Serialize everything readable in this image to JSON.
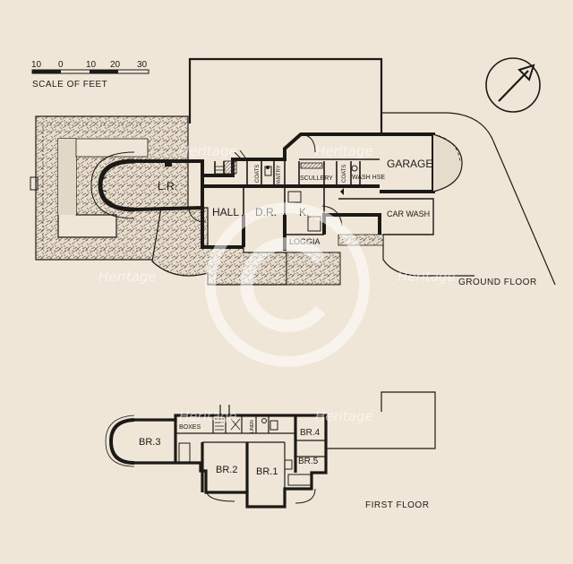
{
  "scale": {
    "ticks": [
      "10",
      "0",
      "10",
      "20",
      "30"
    ],
    "label": "SCALE OF FEET"
  },
  "compass": {
    "icon": "north-arrow-icon"
  },
  "ground_floor": {
    "title": "GROUND FLOOR",
    "rooms": {
      "lr": "L.R.",
      "hall": "HALL",
      "dr": "D.R.",
      "k": "K.",
      "loggia": "LOGGIA",
      "scullery": "SCULLERY",
      "pantry": "PANTRY",
      "coats_1": "COATS",
      "coats_2": "COATS",
      "wash_hse": "WASH HSE",
      "garage": "GARAGE",
      "car_wash": "CAR WASH"
    }
  },
  "first_floor": {
    "title": "FIRST FLOOR",
    "rooms": {
      "br3": "BR.3",
      "boxes": "BOXES",
      "br2": "BR.2",
      "br1": "BR.1",
      "br4": "BR.4",
      "br5": "BR.5",
      "linen": "LINEN"
    }
  },
  "watermark": {
    "text": "Heritage"
  },
  "colors": {
    "paper": "#f0e6d7",
    "ink": "#1c1a17",
    "paving": "#d9cfbf"
  }
}
